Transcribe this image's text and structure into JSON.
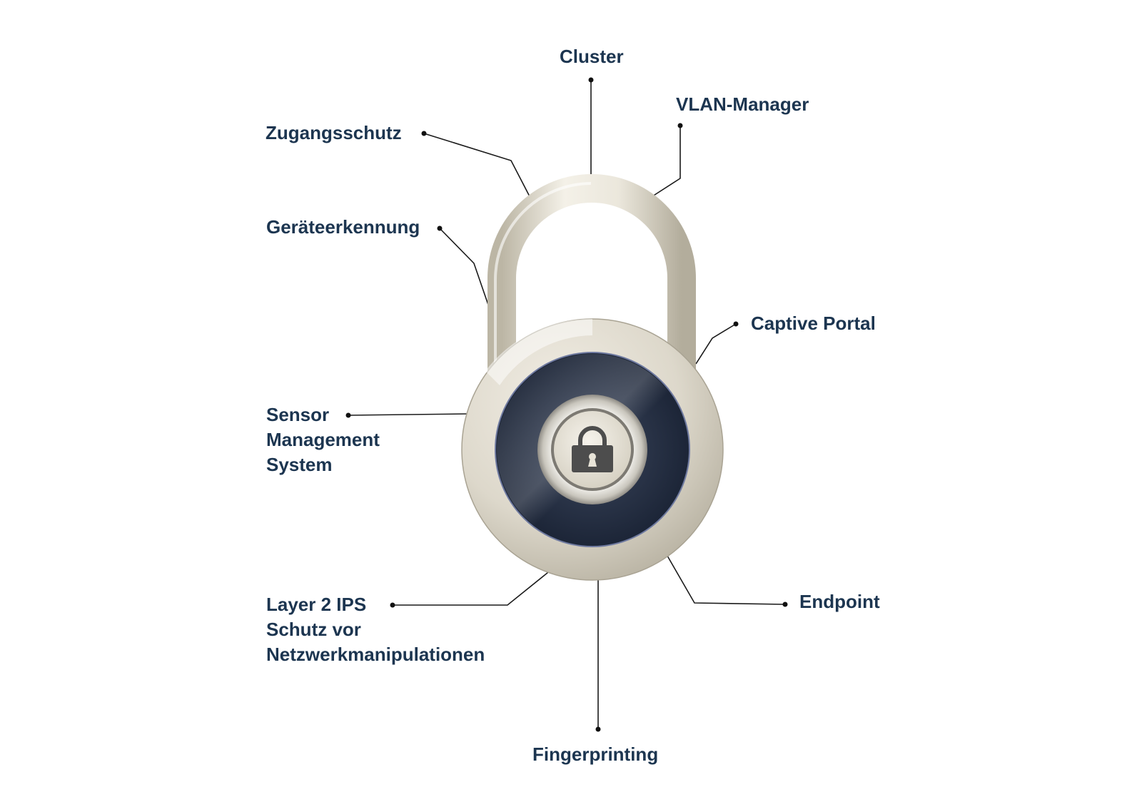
{
  "diagram": {
    "colors": {
      "text": "#1c3550",
      "lock_face": "#263248",
      "lock_metal": "#ddd8cb",
      "leader_line": "#1a1a1a"
    },
    "center_icon": "padlock-icon",
    "features": {
      "cluster": {
        "lines": [
          "Cluster"
        ]
      },
      "vlan_manager": {
        "lines": [
          "VLAN-Manager"
        ]
      },
      "zugangsschutz": {
        "lines": [
          "Zugangsschutz"
        ]
      },
      "geraeteerkennung": {
        "lines": [
          "Geräteerkennung"
        ]
      },
      "captive_portal": {
        "lines": [
          "Captive Portal"
        ]
      },
      "sensor_management": {
        "lines": [
          "Sensor",
          "Management",
          "System"
        ]
      },
      "endpoint": {
        "lines": [
          "Endpoint"
        ]
      },
      "layer2_ips": {
        "lines": [
          "Layer 2 IPS",
          "Schutz vor",
          "Netzwerkmanipulationen"
        ]
      },
      "fingerprinting": {
        "lines": [
          "Fingerprinting"
        ]
      }
    }
  }
}
